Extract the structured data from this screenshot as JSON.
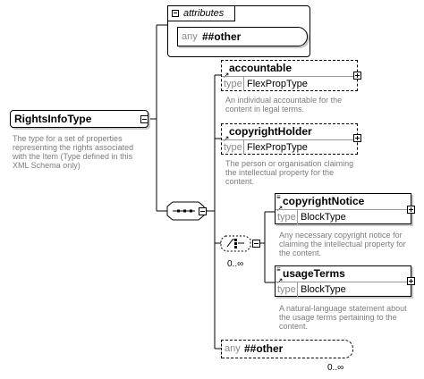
{
  "root": {
    "name": "RightsInfoType",
    "description": "The type for a set of properties representing the rights associated with the Item (Type defined in this XML Schema only)"
  },
  "attributes": {
    "title": "attributes",
    "any_label": "any",
    "other_label": "##other"
  },
  "elements": [
    {
      "name": "accountable",
      "type_label": "type",
      "type_value": "FlexPropType",
      "description": "An individual accountable for the content in legal terms."
    },
    {
      "name": "copyrightHolder",
      "type_label": "type",
      "type_value": "FlexPropType",
      "description": "The person or organisation claiming the intellectual property for the content."
    }
  ],
  "choice": {
    "occurrence": "0..∞",
    "items": [
      {
        "name": "copyrightNotice",
        "type_label": "type",
        "type_value": "BlockType",
        "description": "Any necessary copyright notice for claiming the intellectual property for the content."
      },
      {
        "name": "usageTerms",
        "type_label": "type",
        "type_value": "BlockType",
        "description": "A natural-language statement about the usage terms pertaining to the content."
      }
    ]
  },
  "any_element": {
    "any_label": "any",
    "other_label": "##other",
    "occurrence": "0..∞"
  }
}
